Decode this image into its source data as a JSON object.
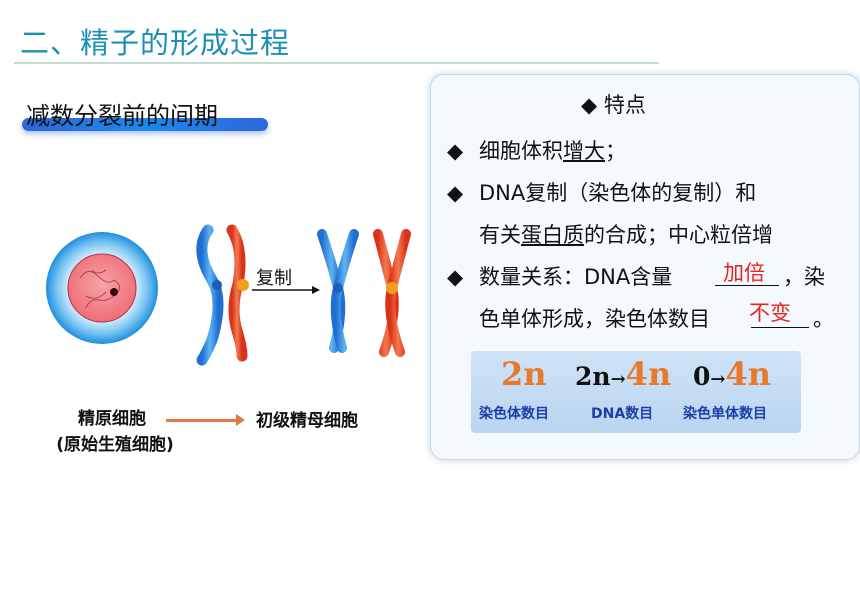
{
  "page": {
    "title": "二、精子的形成过程",
    "phase_label": "减数分裂前的间期"
  },
  "figure": {
    "replication_label": "复制",
    "spermatogonium_label": "精原细胞",
    "spermatogonium_note": "(原始生殖细胞)",
    "primary_spermatocyte_label": "初级精母细胞",
    "colors": {
      "blue_chromatid": "#2f8fe0",
      "red_chromatid": "#e8452a",
      "centromere": "#f09a20",
      "cell_outer": "#2aa0e8",
      "nucleus": "#f07a80"
    }
  },
  "panel": {
    "heading": "◆ 特点",
    "bullets": [
      {
        "prefix": "细胞体积",
        "emph": "增大",
        "suffix": "；"
      },
      {
        "text": "DNA复制（染色体的复制）和"
      },
      {
        "prefix": "有关",
        "emph": "蛋白质",
        "suffix": "的合成；中心粒倍增"
      },
      {
        "text": "数量关系：DNA含量"
      },
      {
        "text": "，染"
      },
      {
        "text": "色单体形成，染色体数目"
      },
      {
        "text": "。"
      }
    ],
    "answers": {
      "dna": "加倍",
      "chromosome": "不变"
    },
    "stats": [
      {
        "value": "2n",
        "caption": "染色体数目"
      },
      {
        "from": "2n",
        "arrow": "→",
        "to": "4n",
        "caption": "DNA数目"
      },
      {
        "from": "0",
        "arrow": "→",
        "to": "4n",
        "caption": "染色单体数目"
      }
    ]
  }
}
